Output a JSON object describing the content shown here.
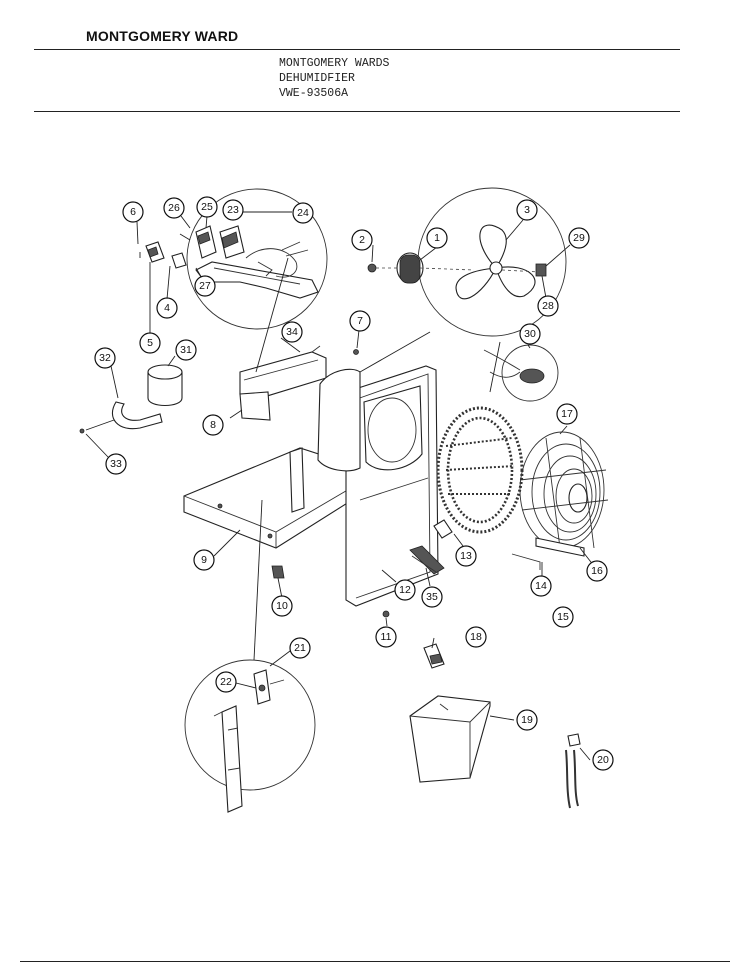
{
  "header": {
    "brand": "MONTGOMERY WARD",
    "title_lines": [
      "MONTGOMERY WARDS",
      "DEHUMIDFIER",
      "VWE-93506A"
    ]
  },
  "callouts": {
    "c1": "1",
    "c2": "2",
    "c3": "3",
    "c4": "4",
    "c5": "5",
    "c6": "6",
    "c7": "7",
    "c8": "8",
    "c9": "9",
    "c10": "10",
    "c11": "11",
    "c12": "12",
    "c13": "13",
    "c14": "14",
    "c15": "15",
    "c16": "16",
    "c17": "17",
    "c18": "18",
    "c19": "19",
    "c20": "20",
    "c21": "21",
    "c22": "22",
    "c23": "23",
    "c24": "24",
    "c25": "25",
    "c26": "26",
    "c27": "27",
    "c28": "28",
    "c29": "29",
    "c30": "30",
    "c31": "31",
    "c32": "32",
    "c33": "33",
    "c34": "34",
    "c35": "35"
  }
}
